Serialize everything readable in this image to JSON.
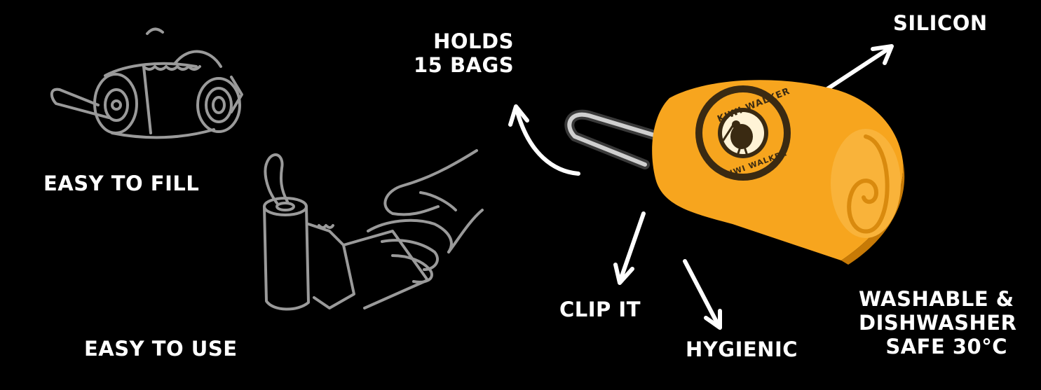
{
  "labels": {
    "easy_to_fill": "EASY TO FILL",
    "easy_to_use": "EASY TO USE",
    "holds": [
      "HOLDS",
      "15 BAGS"
    ],
    "silicon": "SILICON",
    "clip_it": "CLIP IT",
    "hygienic": "HYGIENIC",
    "washable": [
      "WASHABLE &",
      "DISHWASHER",
      "SAFE 30°C"
    ]
  },
  "logo": {
    "text_top": "KIWI WALKER",
    "text_bottom": "KIWI WALKER"
  },
  "colors": {
    "background": "#000000",
    "text": "#ffffff",
    "sketch": "#9a9a9a",
    "product": "#f7a51e",
    "product_shadow": "#c77a06",
    "logo_dark": "#3a2a12",
    "logo_light": "#fff3d6"
  },
  "icons": [
    "bag-roll-sketch",
    "hand-pulling-bag-sketch",
    "arrow",
    "carabiner-clip",
    "kiwi-bird-logo"
  ]
}
